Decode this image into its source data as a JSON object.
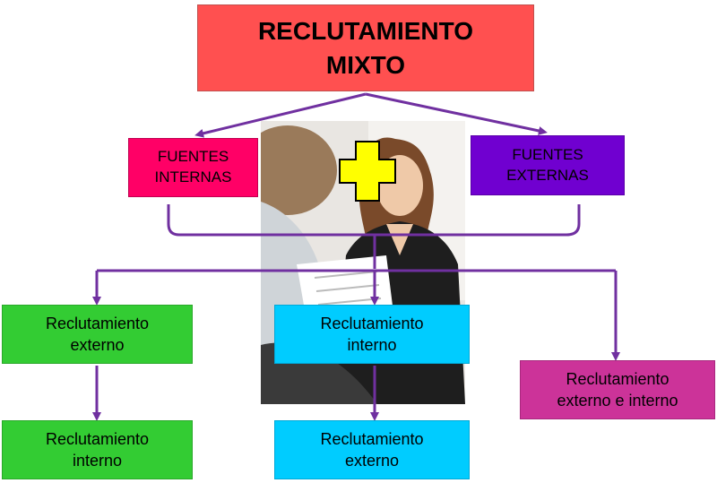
{
  "title": {
    "line1": "RECLUTAMIENTO",
    "line2": "MIXTO"
  },
  "sources": {
    "internal": {
      "line1": "FUENTES",
      "line2": "INTERNAS"
    },
    "external": {
      "line1": "FUENTES",
      "line2": "EXTERNAS"
    }
  },
  "branches": {
    "left": {
      "first": {
        "line1": "Reclutamiento",
        "line2": "externo"
      },
      "second": {
        "line1": "Reclutamiento",
        "line2": "interno"
      }
    },
    "center": {
      "first": {
        "line1": "Reclutamiento",
        "line2": "interno"
      },
      "second": {
        "line1": "Reclutamiento",
        "line2": "externo"
      }
    },
    "right": {
      "only": {
        "line1": "Reclutamiento",
        "line2": "externo e interno"
      }
    }
  },
  "colors": {
    "title": "#ff5050",
    "internal_source": "#ff0066",
    "external_source": "#7000d0",
    "green": "#33cc33",
    "cyan": "#00ccff",
    "magenta": "#cc3399",
    "connector": "#7030a0",
    "plus": "#ffff00"
  },
  "icons": {
    "plus": "plus-icon",
    "photo": "interview-photo"
  }
}
